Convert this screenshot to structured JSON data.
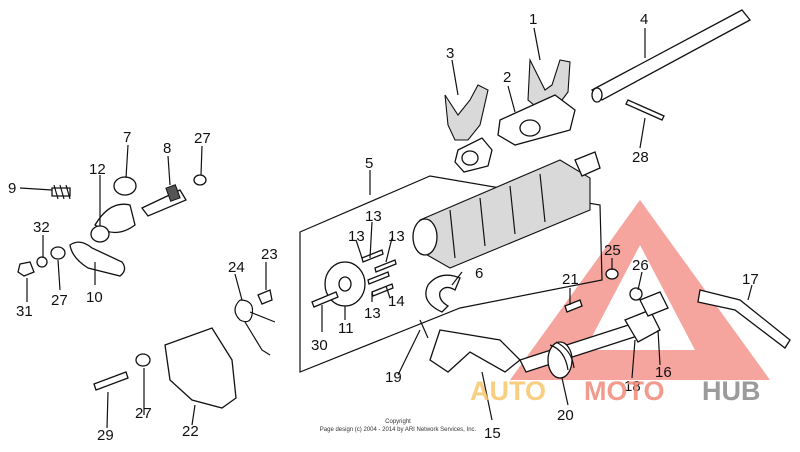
{
  "callouts": [
    {
      "id": "1",
      "text": "1"
    },
    {
      "id": "2",
      "text": "2"
    },
    {
      "id": "3",
      "text": "3"
    },
    {
      "id": "4",
      "text": "4"
    },
    {
      "id": "5",
      "text": "5"
    },
    {
      "id": "6",
      "text": "6"
    },
    {
      "id": "7",
      "text": "7"
    },
    {
      "id": "8",
      "text": "8"
    },
    {
      "id": "9",
      "text": "9"
    },
    {
      "id": "10",
      "text": "10"
    },
    {
      "id": "11",
      "text": "11"
    },
    {
      "id": "12",
      "text": "12"
    },
    {
      "id": "13a",
      "text": "13"
    },
    {
      "id": "13b",
      "text": "13"
    },
    {
      "id": "13c",
      "text": "13"
    },
    {
      "id": "13d",
      "text": "13"
    },
    {
      "id": "14",
      "text": "14"
    },
    {
      "id": "15",
      "text": "15"
    },
    {
      "id": "16",
      "text": "16"
    },
    {
      "id": "17",
      "text": "17"
    },
    {
      "id": "18",
      "text": "18"
    },
    {
      "id": "19",
      "text": "19"
    },
    {
      "id": "20",
      "text": "20"
    },
    {
      "id": "21",
      "text": "21"
    },
    {
      "id": "22",
      "text": "22"
    },
    {
      "id": "23",
      "text": "23"
    },
    {
      "id": "24",
      "text": "24"
    },
    {
      "id": "25",
      "text": "25"
    },
    {
      "id": "26",
      "text": "26"
    },
    {
      "id": "27a",
      "text": "27"
    },
    {
      "id": "27b",
      "text": "27"
    },
    {
      "id": "27c",
      "text": "27"
    },
    {
      "id": "28",
      "text": "28"
    },
    {
      "id": "29",
      "text": "29"
    },
    {
      "id": "30",
      "text": "30"
    },
    {
      "id": "31",
      "text": "31"
    },
    {
      "id": "32",
      "text": "32"
    }
  ],
  "copyright": {
    "line1": "Copyright",
    "line2": "Page design (c) 2004 - 2014 by ARI Network Services, Inc."
  },
  "watermark": {
    "part1": "AUTO",
    "part2": "MOTO",
    "part3": "HUB",
    "colors": {
      "auto": "#f7c66a",
      "moto": "#f08a7a",
      "hub": "#8a8a8a",
      "triangle": "#ec5a4e"
    }
  }
}
